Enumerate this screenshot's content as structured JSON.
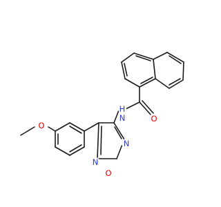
{
  "molecule": {
    "atoms": [
      {
        "id": "O_methoxy",
        "label": "O",
        "color": "#e00000"
      },
      {
        "id": "N_amide",
        "label": "N",
        "sublabel": "H",
        "color": "#2a3bd6"
      },
      {
        "id": "O_carbonyl",
        "label": "O",
        "color": "#e00000"
      },
      {
        "id": "N_ring_top",
        "label": "N",
        "color": "#2a3bd6"
      },
      {
        "id": "N_ring_left",
        "label": "N",
        "color": "#2a3bd6"
      },
      {
        "id": "O_ring",
        "label": "O",
        "color": "#e00000"
      }
    ],
    "bond_color": "#1a1a1a"
  }
}
